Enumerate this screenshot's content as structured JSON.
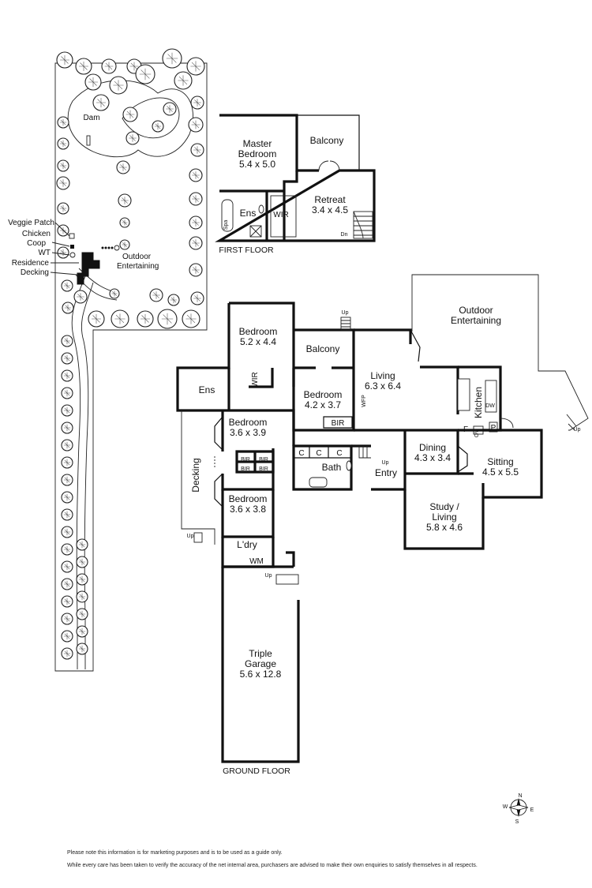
{
  "site": {
    "dam_label": "Dam",
    "labels": [
      "Veggie Patch",
      "Chicken",
      "Coop",
      "WT",
      "Residence",
      "Decking"
    ],
    "outdoor_label": [
      "Outdoor",
      "Entertaining"
    ]
  },
  "first_floor": {
    "title": "FIRST FLOOR",
    "rooms": [
      {
        "id": "master",
        "name": "Master",
        "name2": "Bedroom",
        "dim": "5.4 x 5.0"
      },
      {
        "id": "balcony1",
        "name": "Balcony",
        "dim": ""
      },
      {
        "id": "retreat",
        "name": "Retreat",
        "dim": "3.4 x 4.5"
      },
      {
        "id": "ens1",
        "name": "Ens",
        "dim": ""
      },
      {
        "id": "wir1",
        "name": "WIR",
        "dim": ""
      },
      {
        "id": "spa",
        "name": "Spa",
        "dim": ""
      },
      {
        "id": "dn",
        "name": "Dn",
        "dim": ""
      }
    ]
  },
  "ground_floor": {
    "title": "GROUND FLOOR",
    "rooms": [
      {
        "id": "outdoor",
        "name": "Outdoor",
        "name2": "Entertaining",
        "dim": ""
      },
      {
        "id": "bed1",
        "name": "Bedroom",
        "dim": "5.2 x 4.4"
      },
      {
        "id": "balcony2",
        "name": "Balcony",
        "dim": ""
      },
      {
        "id": "living",
        "name": "Living",
        "dim": "6.3 x 6.4"
      },
      {
        "id": "kitchen",
        "name": "Kitchen",
        "dim": ""
      },
      {
        "id": "bed2",
        "name": "Bedroom",
        "dim": "4.2 x 3.7"
      },
      {
        "id": "ens2",
        "name": "Ens",
        "dim": ""
      },
      {
        "id": "wir2",
        "name": "WIR",
        "dim": ""
      },
      {
        "id": "bed3",
        "name": "Bedroom",
        "dim": "3.6 x 3.9"
      },
      {
        "id": "dining",
        "name": "Dining",
        "dim": "4.3 x 3.4"
      },
      {
        "id": "sitting",
        "name": "Sitting",
        "dim": "4.5 x 5.5"
      },
      {
        "id": "bath",
        "name": "Bath",
        "dim": ""
      },
      {
        "id": "entry",
        "name": "Entry",
        "dim": ""
      },
      {
        "id": "decking",
        "name": "Decking",
        "dim": ""
      },
      {
        "id": "bed4",
        "name": "Bedroom",
        "dim": "3.6 x 3.8"
      },
      {
        "id": "study",
        "name": "Study /",
        "name2": "Living",
        "dim": "5.8 x 4.6"
      },
      {
        "id": "ldry",
        "name": "L'dry",
        "dim": ""
      },
      {
        "id": "wm",
        "name": "WM",
        "dim": ""
      },
      {
        "id": "garage",
        "name": "Triple",
        "name2": "Garage",
        "dim": "5.6 x 12.8"
      }
    ],
    "fixtures": {
      "bir": "BIR",
      "wfp": "WFP",
      "c": "C",
      "up": "Up",
      "dw": "DW",
      "ov": "OV",
      "f": "F",
      "p": "P"
    }
  },
  "compass": {
    "n": "N",
    "e": "E",
    "s": "S",
    "w": "W"
  },
  "disclaimer": {
    "line1": "Please note this information is for marketing purposes and is to be used as a guide only.",
    "line2": "While every care has been taken to verify the accuracy of the net internal area, purchasers are advised to make their own enquiries to satisfy themselves in all respects."
  }
}
